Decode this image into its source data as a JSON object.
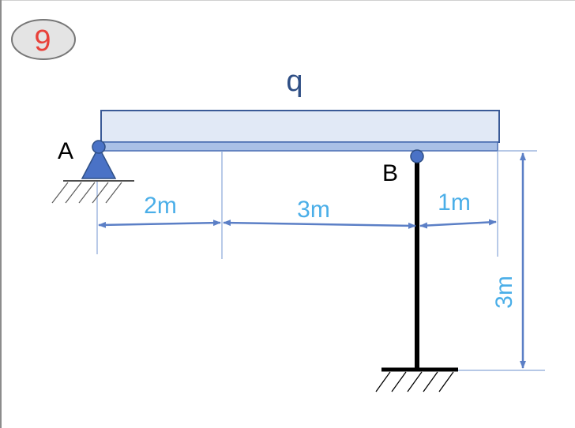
{
  "problem": {
    "number": "9"
  },
  "load": {
    "symbol": "q"
  },
  "supports": {
    "a": "A",
    "b": "B"
  },
  "dimensions": {
    "span_1": "2m",
    "span_2": "3m",
    "overhang": "1m",
    "column_height": "3m"
  },
  "colors": {
    "badge_text": "#e8413a",
    "badge_fill": "#e4e4e4",
    "load_block": "#e1e9f6",
    "beam": "#a9c0e6",
    "outline": "#3a5a97",
    "support": "#4a72c6",
    "dimension": "#6b8fd0",
    "dimension_text": "#4aaee8",
    "column": "#000000"
  }
}
